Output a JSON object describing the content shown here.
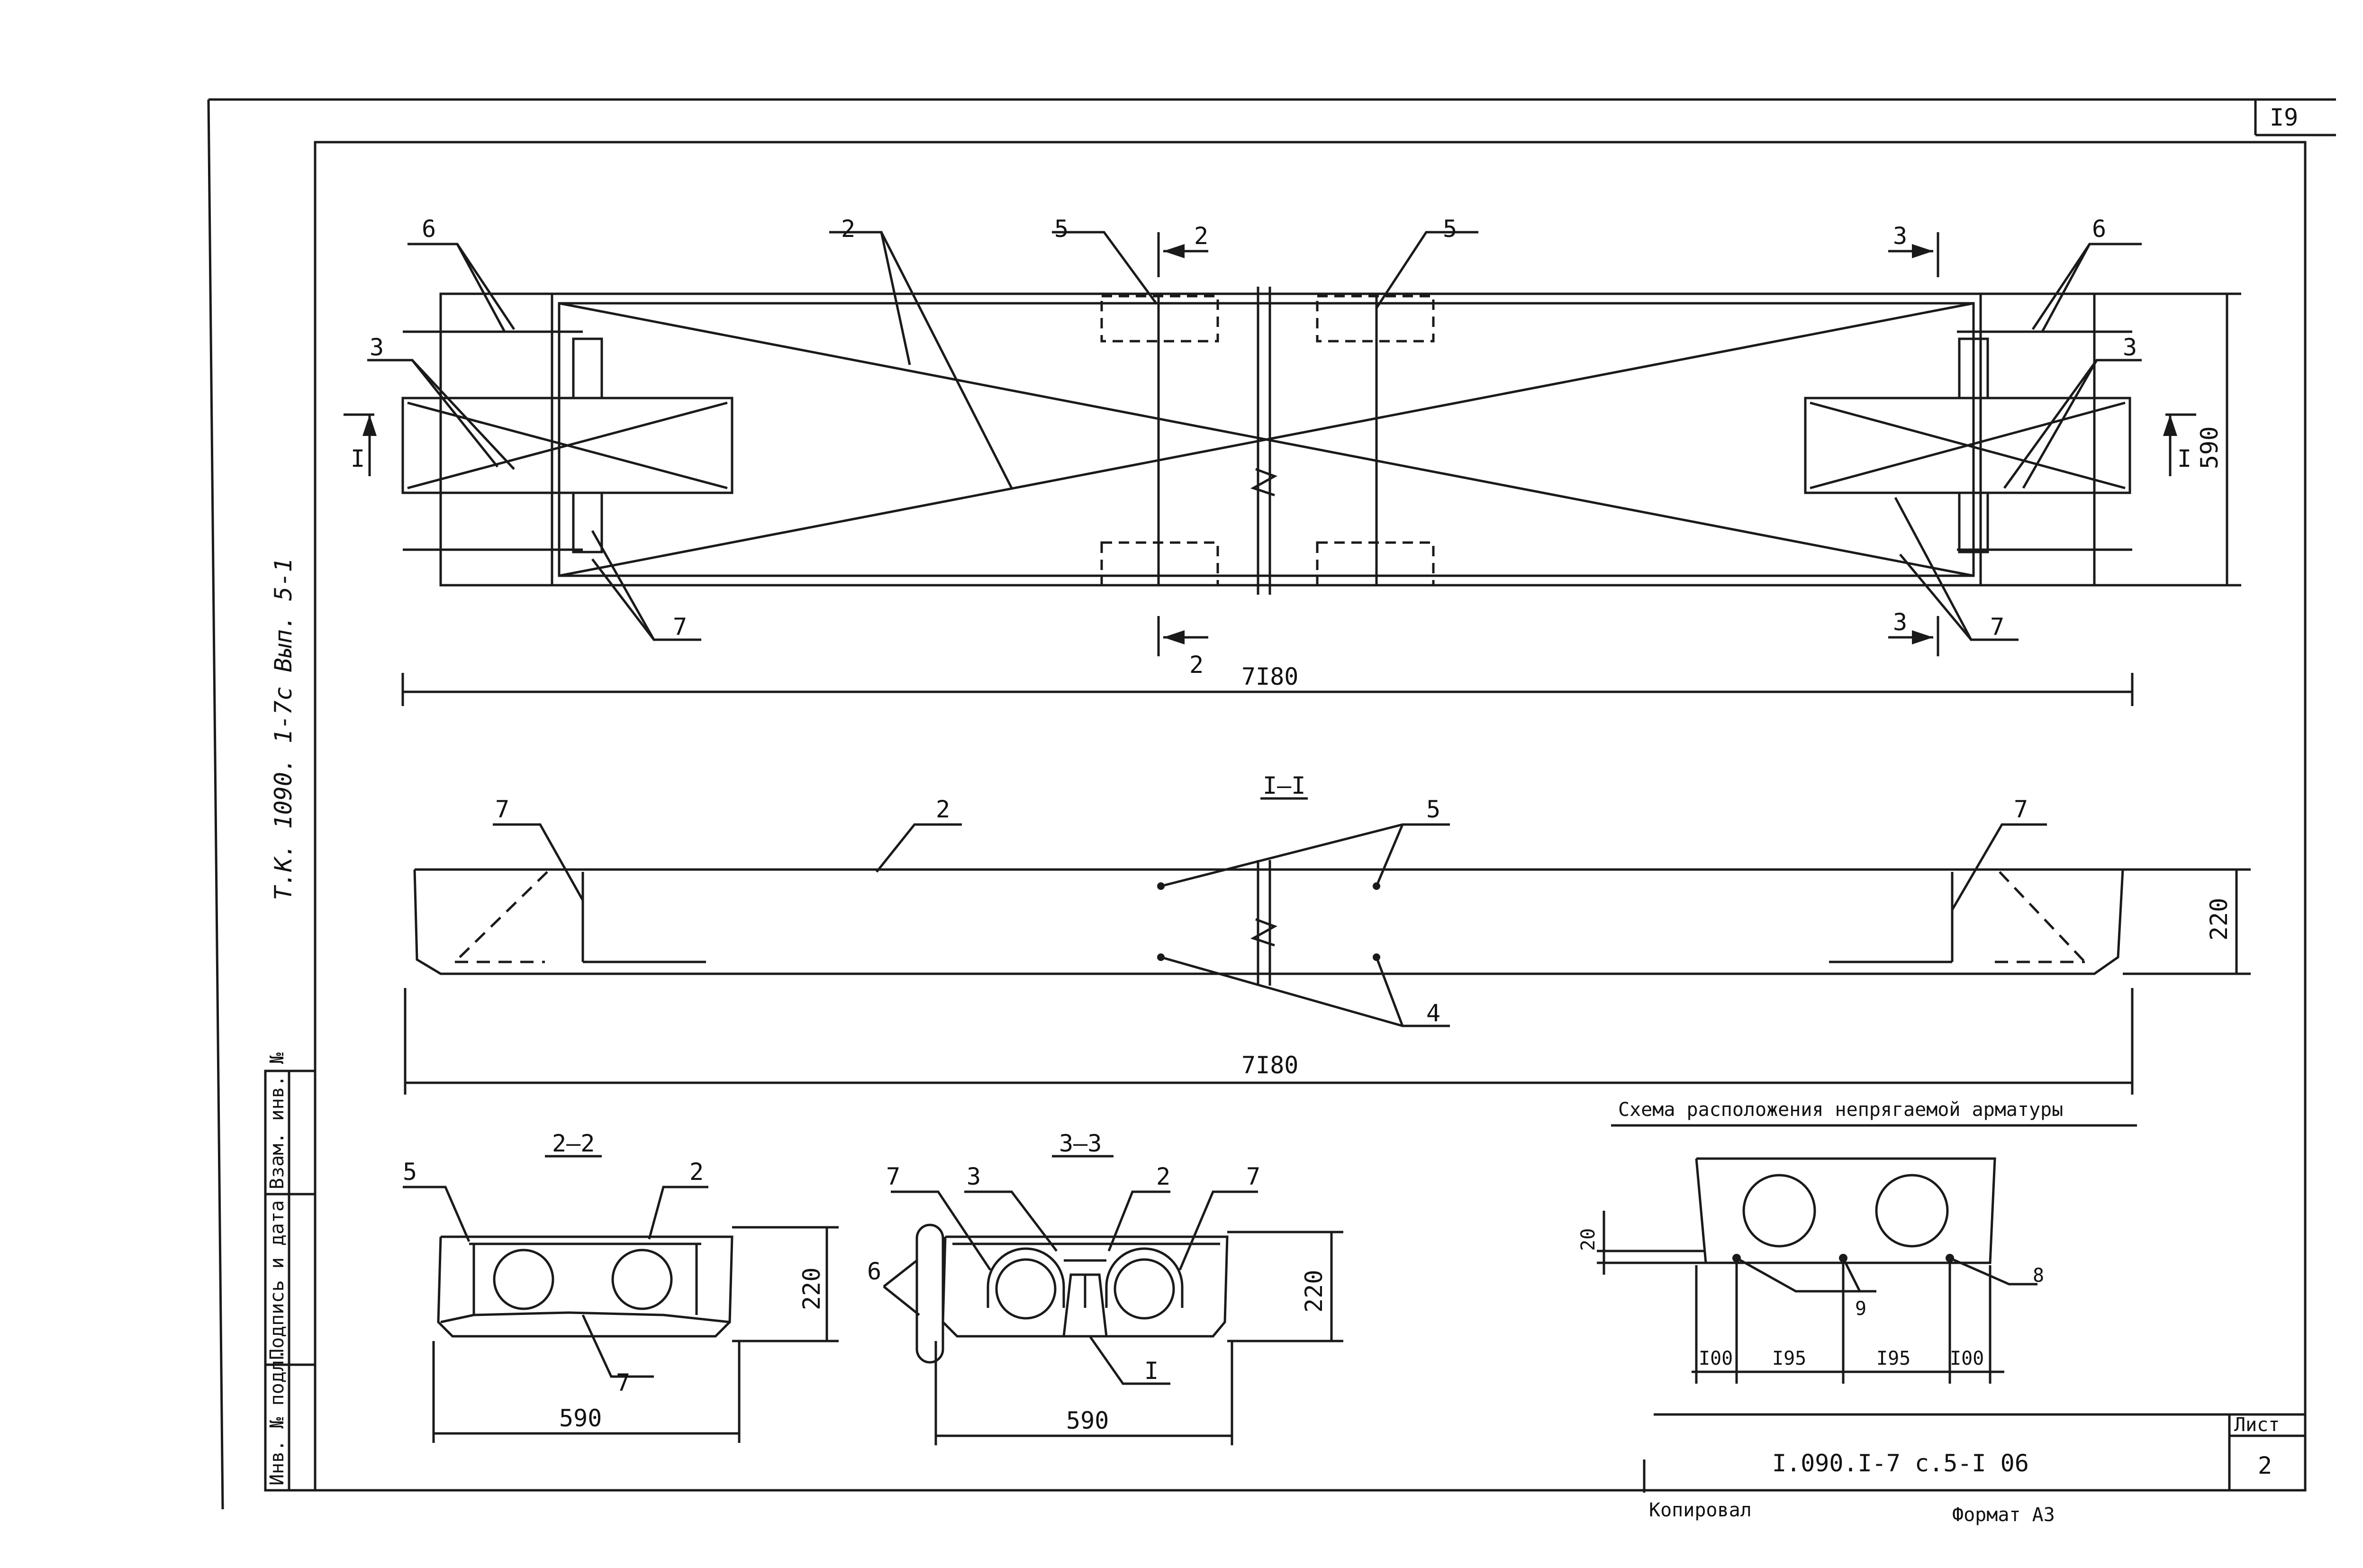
{
  "sheet": {
    "corner_number": "I9",
    "side_note": "Т.К. 1090. 1-7с Вып. 5-1",
    "designation": "I.090.I-7 с.5-I 06",
    "sheet_label": "Лист",
    "sheet_number": "2",
    "copied_label": "Копировал",
    "format_label": "Формат А3",
    "stamp_cells": [
      "Инв. № подл.",
      "Подпись и дата",
      "Взам. инв. №"
    ]
  },
  "plan": {
    "length": "7I80",
    "width": "590",
    "cut_1": "I",
    "cut_2": "2",
    "cut_3": "3",
    "callouts": [
      "6",
      "2",
      "5",
      "5",
      "6",
      "3",
      "3",
      "7",
      "7"
    ]
  },
  "section_1": {
    "title": "I–I",
    "length": "7I80",
    "height": "220",
    "callouts": [
      "7",
      "2",
      "5",
      "7",
      "4"
    ]
  },
  "section_2": {
    "title": "2–2",
    "width": "590",
    "height": "220",
    "callouts": [
      "5",
      "2",
      "7"
    ]
  },
  "section_3": {
    "title": "3–3",
    "width": "590",
    "height": "220",
    "callouts": [
      "7",
      "3",
      "2",
      "7",
      "6",
      "I"
    ]
  },
  "scheme": {
    "title": "Схема расположения непрягаемой арматуры",
    "cover": "20",
    "spacings": [
      "I00",
      "I95",
      "I95",
      "I00"
    ],
    "callouts": [
      "9",
      "8"
    ]
  }
}
